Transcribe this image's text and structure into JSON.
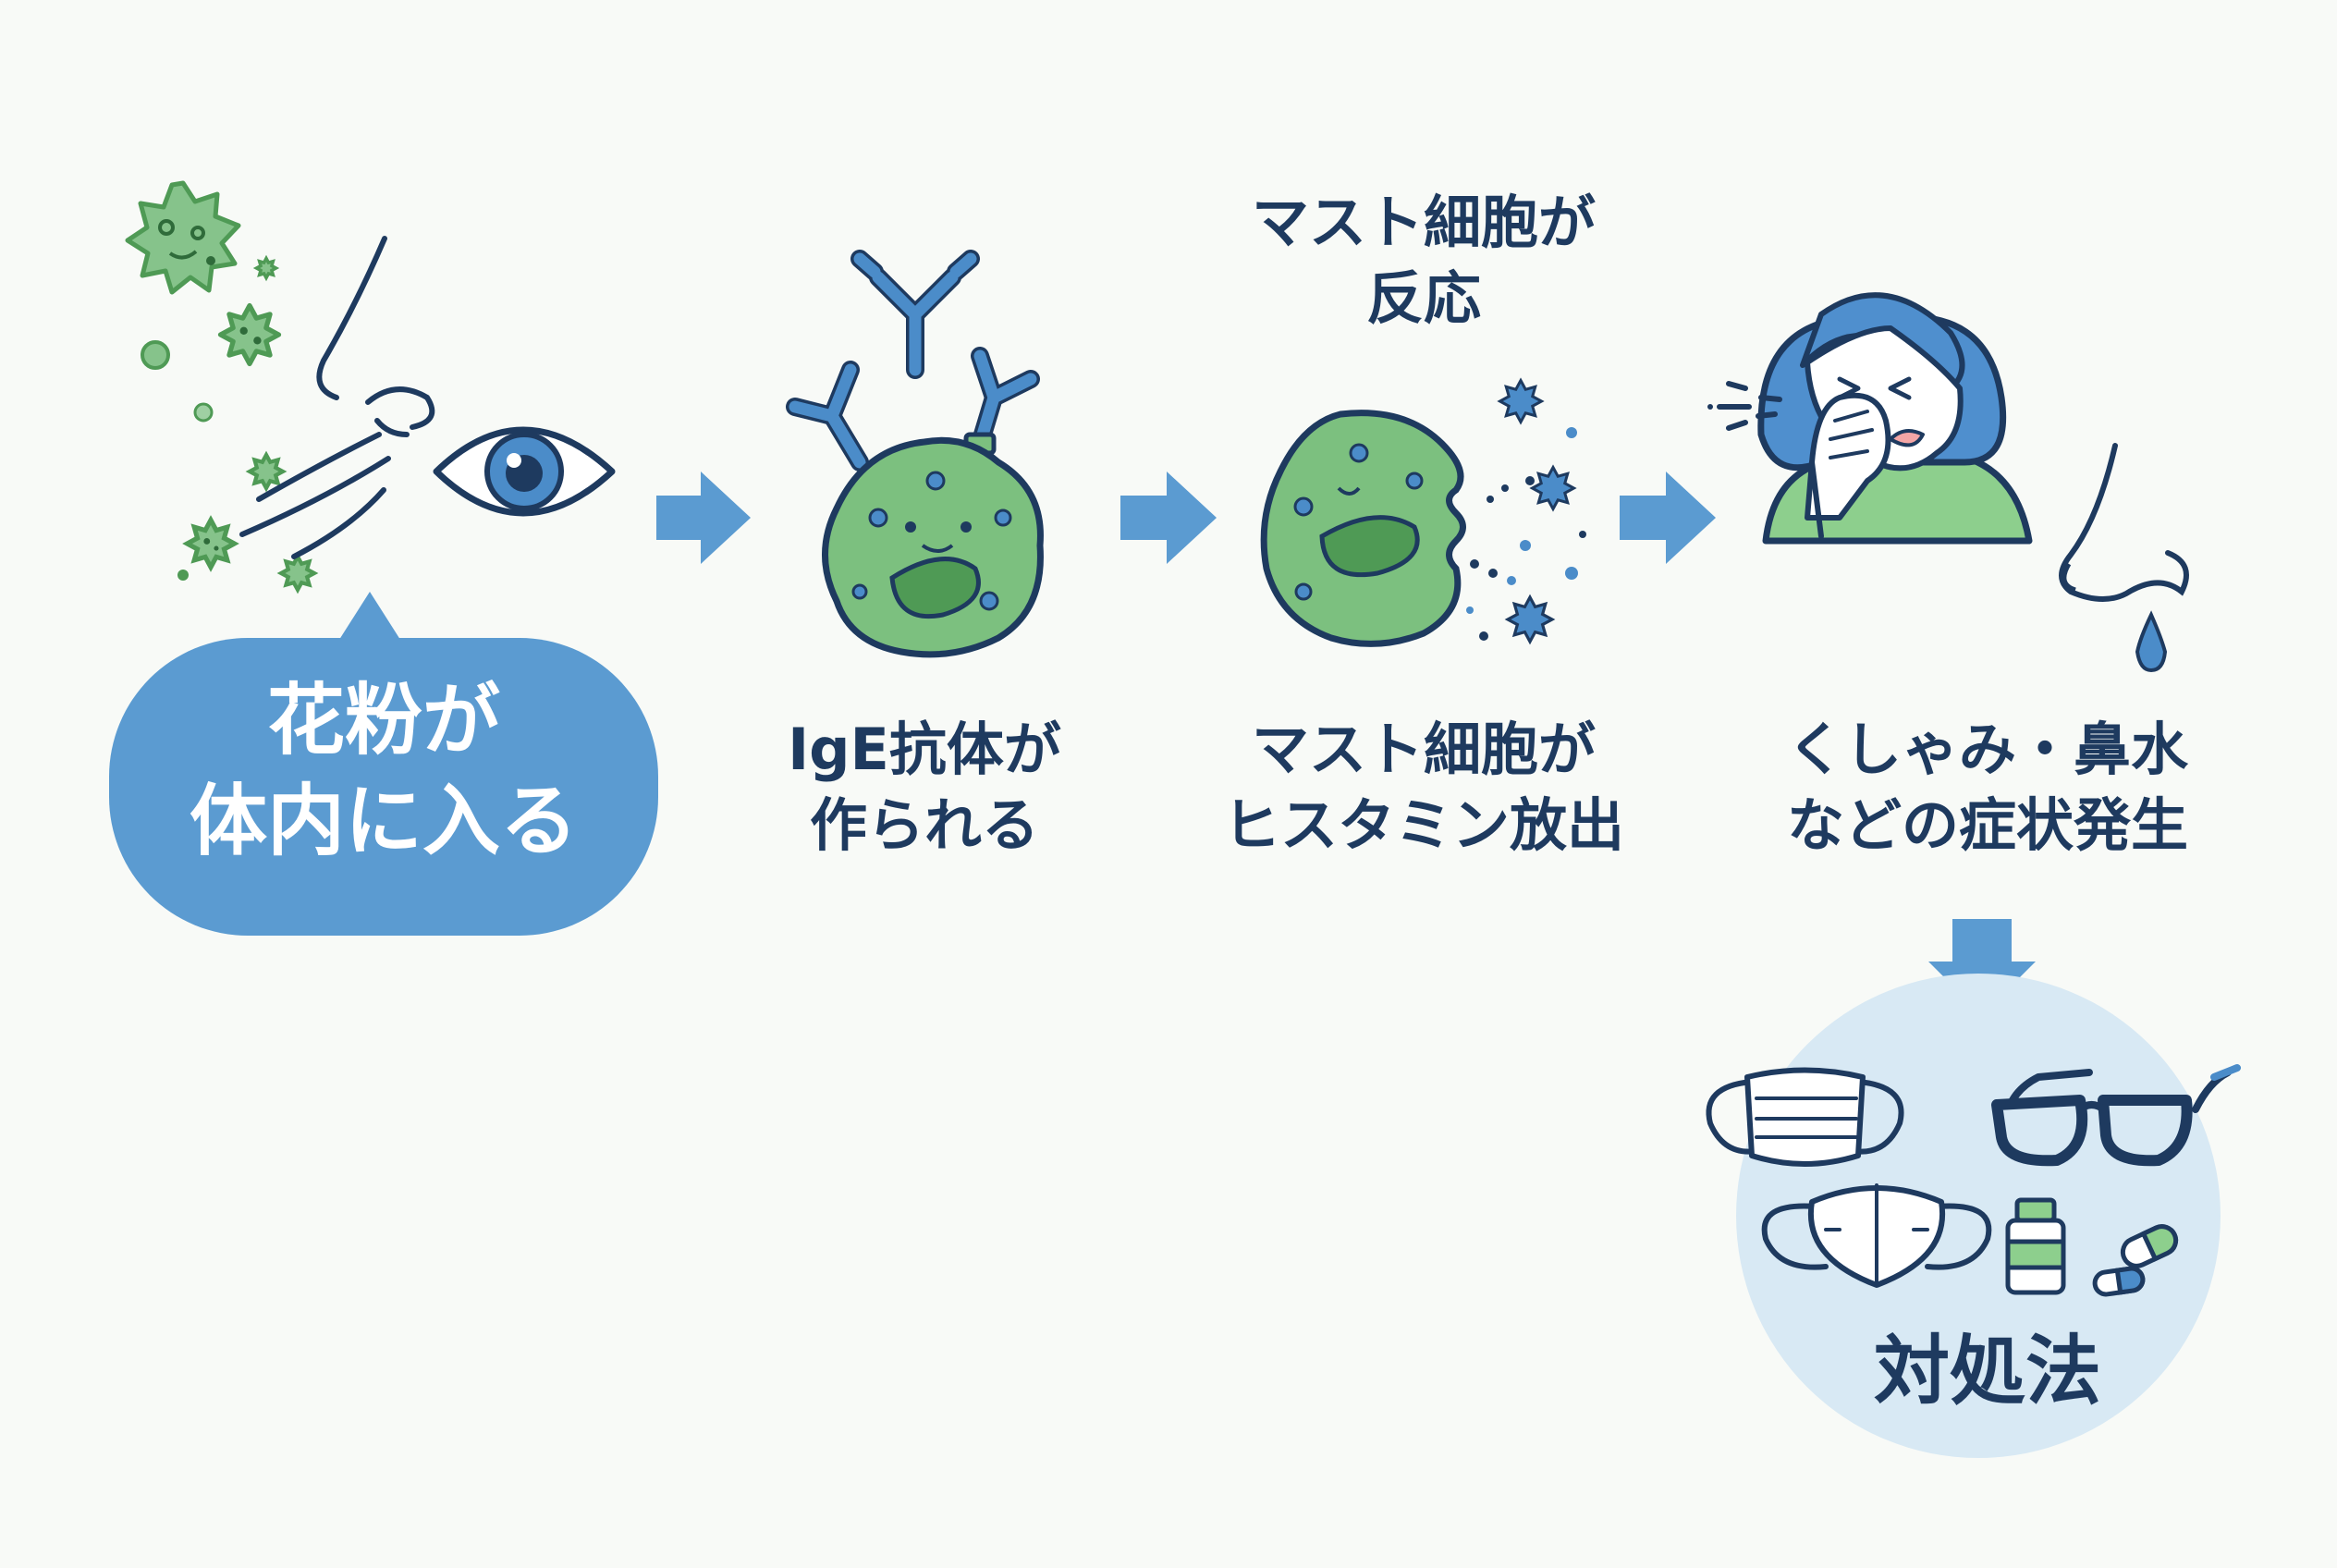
{
  "colors": {
    "background": "#f8faf7",
    "text": "#1e3a5f",
    "outline": "#1e3a5f",
    "bubble": "#5b9bd1",
    "arrow": "#5b9bd1",
    "cell_green": "#7cc07f",
    "cell_dark_green": "#4f9a55",
    "pollen_green": "#86c38b",
    "histamine_blue": "#4b8cc9",
    "remedy_circle": "#d8e9f4",
    "sweater_green": "#8dcf8d",
    "hair_blue": "#4f8fce"
  },
  "steps": {
    "step1": {
      "lines": [
        "花粉が",
        "体内に入る"
      ],
      "icons": [
        "pollen-icon",
        "nose-icon",
        "eye-icon",
        "airflow-icon"
      ]
    },
    "step2": {
      "lines": [
        "IgE抗体が",
        "作られる"
      ],
      "icons": [
        "antibody-icon",
        "immune-cell-icon"
      ]
    },
    "step3": {
      "heading_lines": [
        "マスト細胞が",
        "反応"
      ],
      "lines": [
        "マスト細胞が",
        "ヒスタミン放出"
      ],
      "icons": [
        "mast-cell-icon",
        "histamine-icon"
      ]
    },
    "step4": {
      "lines": [
        "くしゃみ・鼻水",
        "などの症状発生"
      ],
      "icons": [
        "sneezing-person-icon",
        "runny-nose-icon"
      ]
    },
    "remedy": {
      "label": "対処法",
      "icons": [
        "pleated-mask-icon",
        "mask-icon",
        "glasses-icon",
        "medicine-bottle-icon",
        "capsule-icon"
      ]
    }
  },
  "arrows": [
    "right",
    "right",
    "right",
    "down"
  ]
}
